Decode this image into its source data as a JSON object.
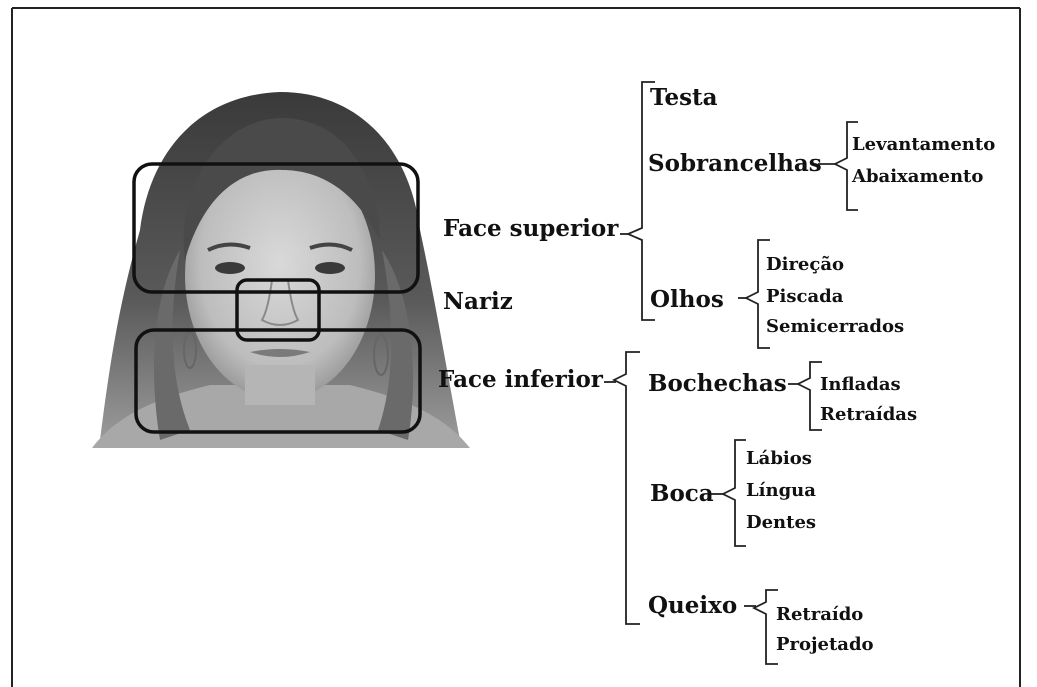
{
  "diagram": {
    "regions": {
      "upper": "Face superior",
      "nose": "Nariz",
      "lower": "Face inferior"
    },
    "upper": {
      "forehead": "Testa",
      "eyebrows": {
        "label": "Sobrancelhas",
        "items": [
          "Levantamento",
          "Abaixamento"
        ]
      },
      "eyes": {
        "label": "Olhos",
        "items": [
          "Direção",
          "Piscada",
          "Semicerrados"
        ]
      }
    },
    "lower": {
      "cheeks": {
        "label": "Bochechas",
        "items": [
          "Infladas",
          "Retraídas"
        ]
      },
      "mouth": {
        "label": "Boca",
        "items": [
          "Lábios",
          "Língua",
          "Dentes"
        ]
      },
      "chin": {
        "label": "Queixo",
        "items": [
          "Retraído",
          "Projetado"
        ]
      }
    }
  }
}
